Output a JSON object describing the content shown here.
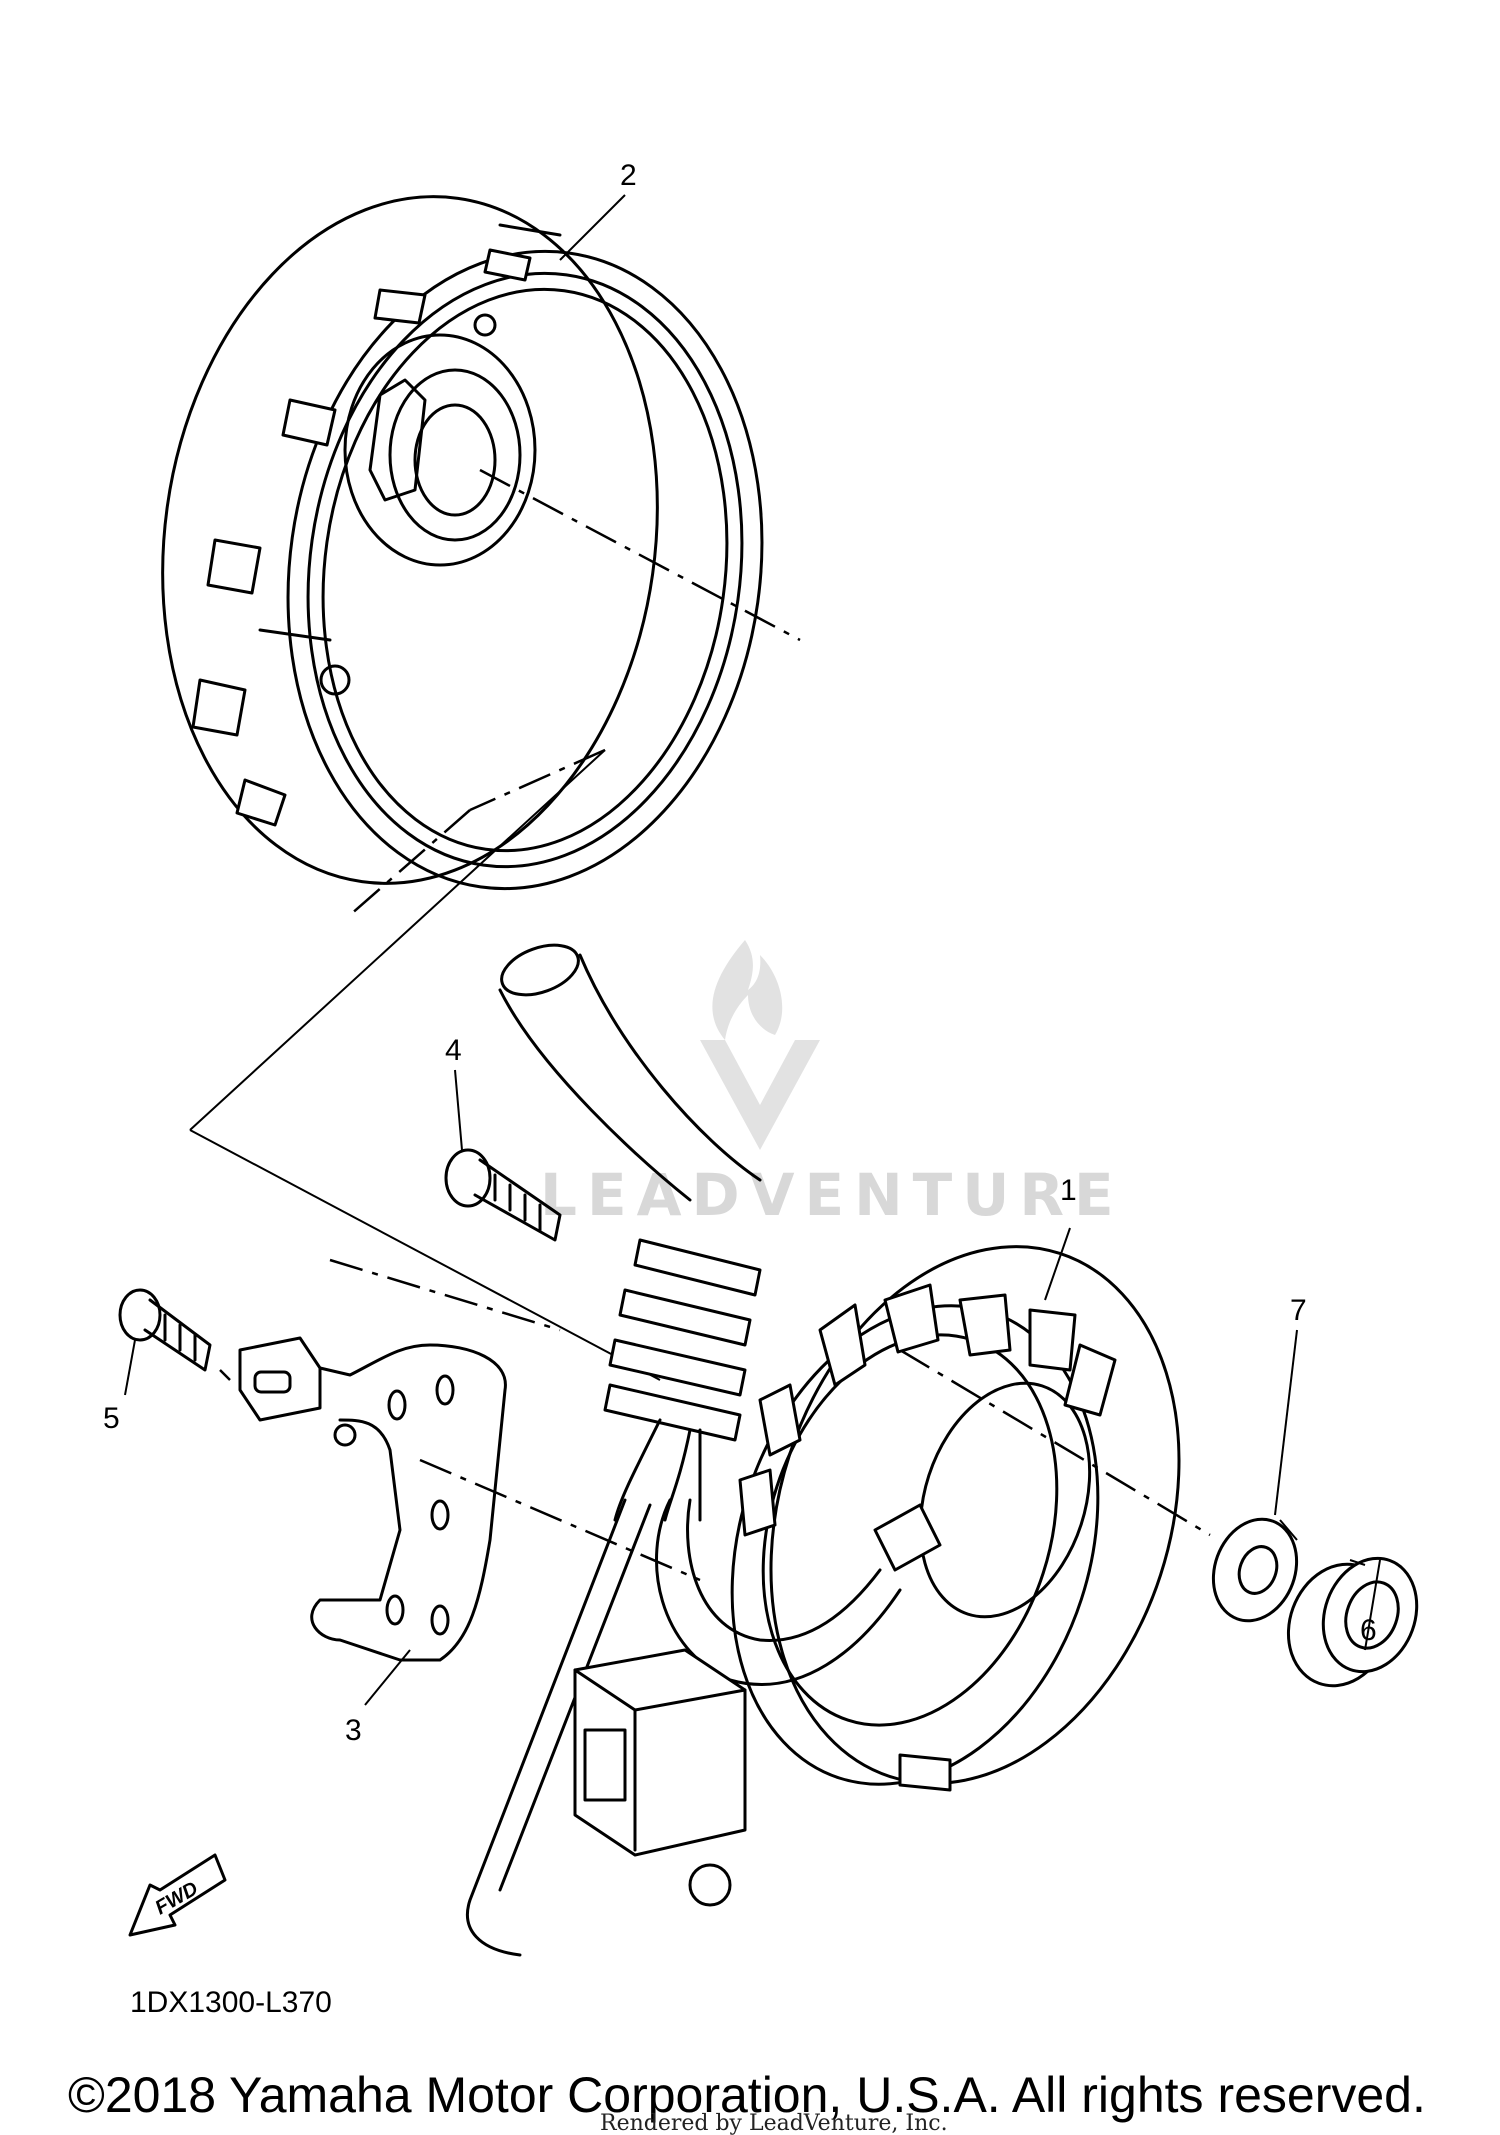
{
  "callouts": {
    "c1": "1",
    "c2": "2",
    "c3": "3",
    "c4": "4",
    "c5": "5",
    "c6": "6",
    "c7": "7"
  },
  "fwd_label": "FWD",
  "diagram_code": "1DX1300-L370",
  "copyright": "©2018 Yamaha Motor Corporation, U.S.A. All rights reserved.",
  "rendered_by": "Rendered by LeadVenture, Inc.",
  "watermark": {
    "text": "LEADVENTURE",
    "color": "#d8d8d8"
  },
  "colors": {
    "line": "#000000",
    "background": "#ffffff"
  }
}
